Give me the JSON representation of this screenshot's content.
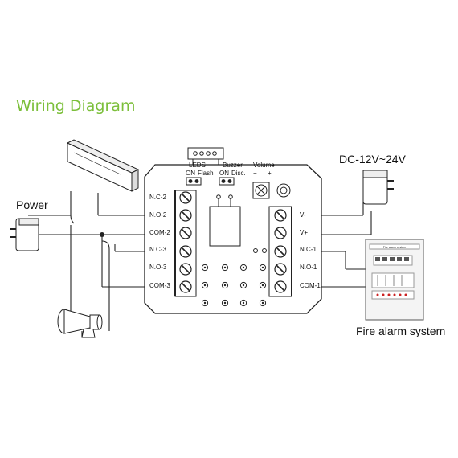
{
  "title": "Wiring Diagram",
  "power_label": "Power",
  "dc_label": "DC-12V~24V",
  "fire_alarm_label": "Fire alarm system",
  "fire_panel_header": "Fire alarm system",
  "board": {
    "leds_label": "LEDS",
    "leds_on": "ON",
    "leds_flash": "Flash",
    "buzzer_label": "Buzzer",
    "buzzer_on": "ON",
    "buzzer_disc": "Disc.",
    "volume_label": "Volume",
    "volume_minus": "−",
    "volume_plus": "+",
    "left_terminals": [
      "N.C-2",
      "N.O-2",
      "COM-2",
      "N.C-3",
      "N.O-3",
      "COM-3"
    ],
    "right_terminals": [
      "V-",
      "V+",
      "N.C-1",
      "N.O-1",
      "COM-1"
    ]
  }
}
